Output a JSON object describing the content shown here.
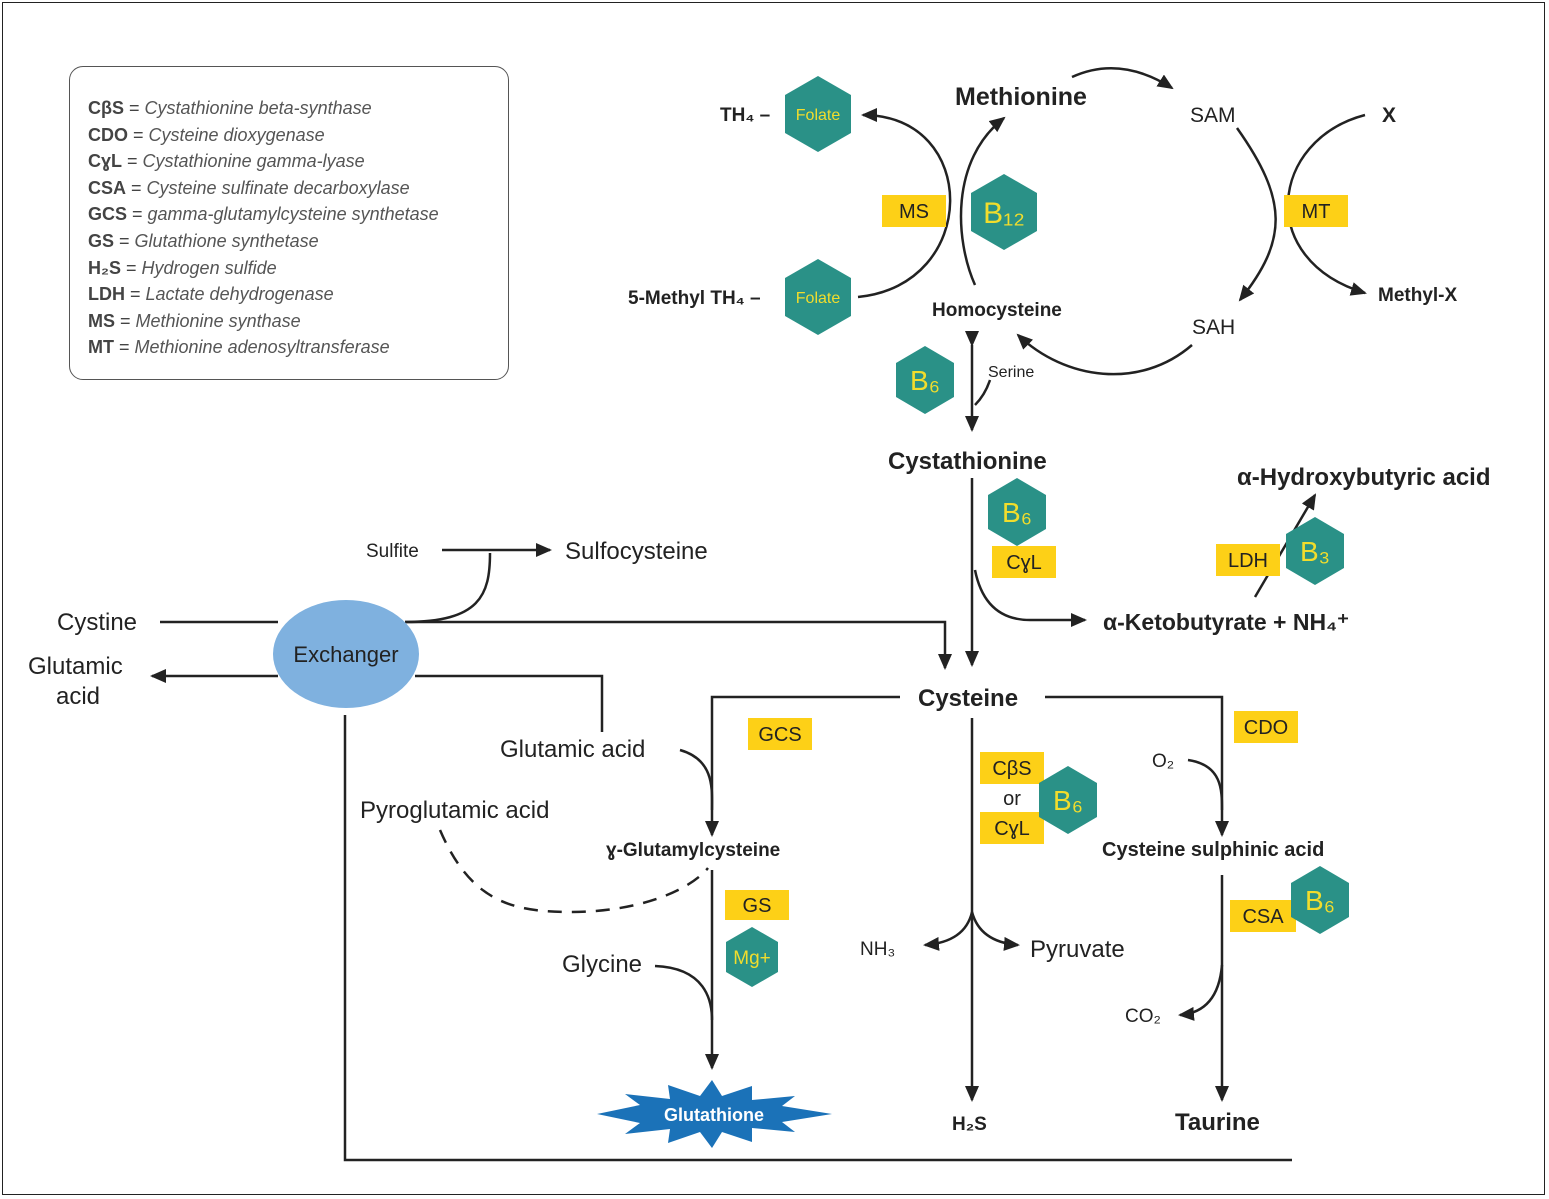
{
  "legend": {
    "items": [
      {
        "abbr": "CβS",
        "eq": " = ",
        "full": "Cystathionine beta-synthase"
      },
      {
        "abbr": "CDO",
        "eq": " = ",
        "full": "Cysteine dioxygenase"
      },
      {
        "abbr": "CɣL",
        "eq": " = ",
        "full": "Cystathionine gamma-lyase"
      },
      {
        "abbr": "CSA",
        "eq": " = ",
        "full": "Cysteine sulfinate decarboxylase"
      },
      {
        "abbr": "GCS",
        "eq": " = ",
        "full": "gamma-glutamylcysteine synthetase"
      },
      {
        "abbr": "GS",
        "eq": " = ",
        "full": "Glutathione synthetase"
      },
      {
        "abbr": "H₂S",
        "eq": " = ",
        "full": "Hydrogen sulfide"
      },
      {
        "abbr": "LDH",
        "eq": " = ",
        "full": "Lactate dehydrogenase"
      },
      {
        "abbr": "MS",
        "eq": " = ",
        "full": "Methionine synthase"
      },
      {
        "abbr": "MT",
        "eq": " = ",
        "full": "Methionine adenosyltransferase"
      }
    ]
  },
  "cofactors": {
    "folate_top": "Folate",
    "folate_bottom": "Folate",
    "b12": "B₁₂",
    "b6_serine": "B₆",
    "b6_cystathionine": "B₆",
    "b3": "B₃",
    "b6_cbs": "B₆",
    "b6_csa": "B₆",
    "mg": "Mg+"
  },
  "enzymes": {
    "ms": "MS",
    "mt": "MT",
    "cyl_top": "CɣL",
    "ldh": "LDH",
    "gcs": "GCS",
    "cdo": "CDO",
    "cbs": "CβS",
    "or": "or",
    "cyl_bottom": "CɣL",
    "gs": "GS",
    "csa": "CSA"
  },
  "metabolites": {
    "th4": "TH₄ –",
    "methyl_th4": "5-Methyl TH₄ –",
    "methionine": "Methionine",
    "sam": "SAM",
    "x": "X",
    "methyl_x": "Methyl-X",
    "homocysteine": "Homocysteine",
    "sah": "SAH",
    "serine": "Serine",
    "cystathionine": "Cystathionine",
    "hydroxybutyric": "α-Hydroxybutyric acid",
    "ketobutyrate": "α-Ketobutyrate + NH₄⁺",
    "sulfite": "Sulfite",
    "sulfocysteine": "Sulfocysteine",
    "cystine": "Cystine",
    "exchanger": "Exchanger",
    "glutamic_acid_out_1": "Glutamic",
    "glutamic_acid_out_2": "acid",
    "cysteine": "Cysteine",
    "glutamic_acid": "Glutamic acid",
    "pyroglutamic": "Pyroglutamic acid",
    "glutamylcysteine": "ɣ-Glutamylcysteine",
    "glycine": "Glycine",
    "glutathione": "Glutathione",
    "nh3": "NH₃",
    "pyruvate": "Pyruvate",
    "h2s": "H₂S",
    "o2": "O₂",
    "cysteine_sulphinic": "Cysteine sulphinic acid",
    "co2": "CO₂",
    "taurine": "Taurine"
  },
  "colors": {
    "teal": "#2a9187",
    "yellow_label": "#f2dd2c",
    "enzyme_box": "#fdd017",
    "exchanger": "#7fb1df",
    "glutathione": "#1b72b8",
    "line": "#222222"
  }
}
